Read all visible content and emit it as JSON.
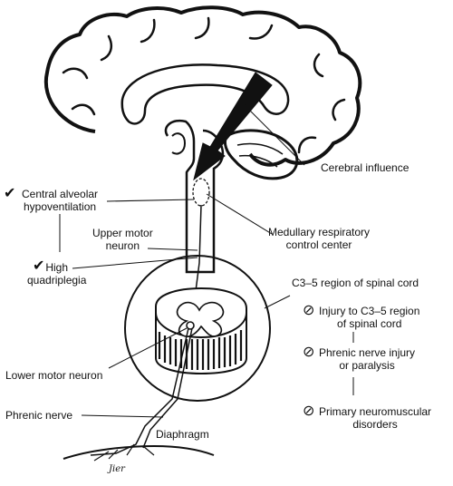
{
  "labels": {
    "cerebral_influence": "Cerebral influence",
    "central_alveolar": "Central alveolar\nhypoventilation",
    "upper_motor_neuron": "Upper motor\nneuron",
    "medullary_center": "Medullary respiratory\ncontrol center",
    "high_quadriplegia": "High\nquadriplegia",
    "c35_region": "C3–5 region of spinal cord",
    "injury_c35": "Injury to C3–5 region\nof spinal cord",
    "lower_motor_neuron": "Lower motor neuron",
    "phrenic_injury": "Phrenic nerve injury\nor paralysis",
    "phrenic_nerve": "Phrenic nerve",
    "primary_nm": "Primary neuromuscular\ndisorders",
    "diaphragm": "Diaphragm",
    "signature": "Jier"
  },
  "marks": {
    "check": "✔",
    "prohibited": "⊘"
  }
}
